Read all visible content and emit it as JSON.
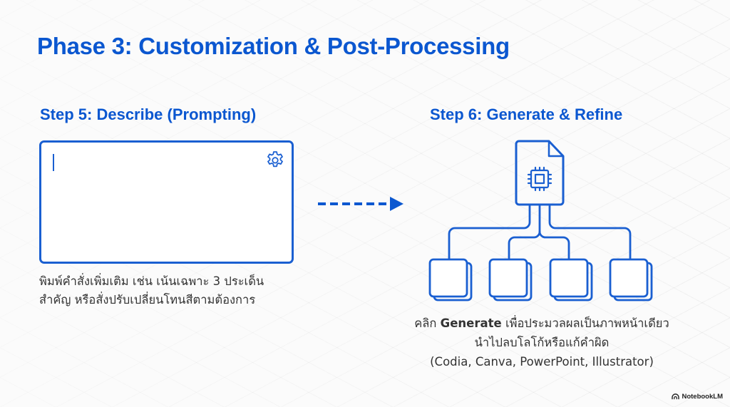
{
  "title": "Phase 3: Customization & Post-Processing",
  "step5": {
    "title": "Step 5: Describe (Prompting)",
    "prompt_icon": "gear-icon",
    "description_lines": [
      "พิมพ์คำสั่งเพิ่มเติม เช่น เน้นเฉพาะ 3 ประเด็น",
      "สำคัญ หรือสั่งปรับเปลี่ยนโทนสีตามต้องการ"
    ]
  },
  "flow_arrow": "dashed-arrow-right",
  "step6": {
    "title": "Step 6: Generate & Refine",
    "source_icon": "document-chip-icon",
    "output_count": 4,
    "description": {
      "line1_prefix": "คลิก",
      "line1_bold": "Generate",
      "line1_suffix": "เพื่อประมวลผลเป็นภาพหน้าเดียว",
      "line2": "นำไปลบโลโก้หรือแก้คำผิด",
      "line3": "(Codia, Canva, PowerPoint, Illustrator)"
    }
  },
  "branding": {
    "label": "NotebookLM",
    "icon": "notebooklm-logo-icon"
  },
  "colors": {
    "accent": "#0b57d0",
    "line": "#1a5fd1",
    "text": "#333333"
  }
}
